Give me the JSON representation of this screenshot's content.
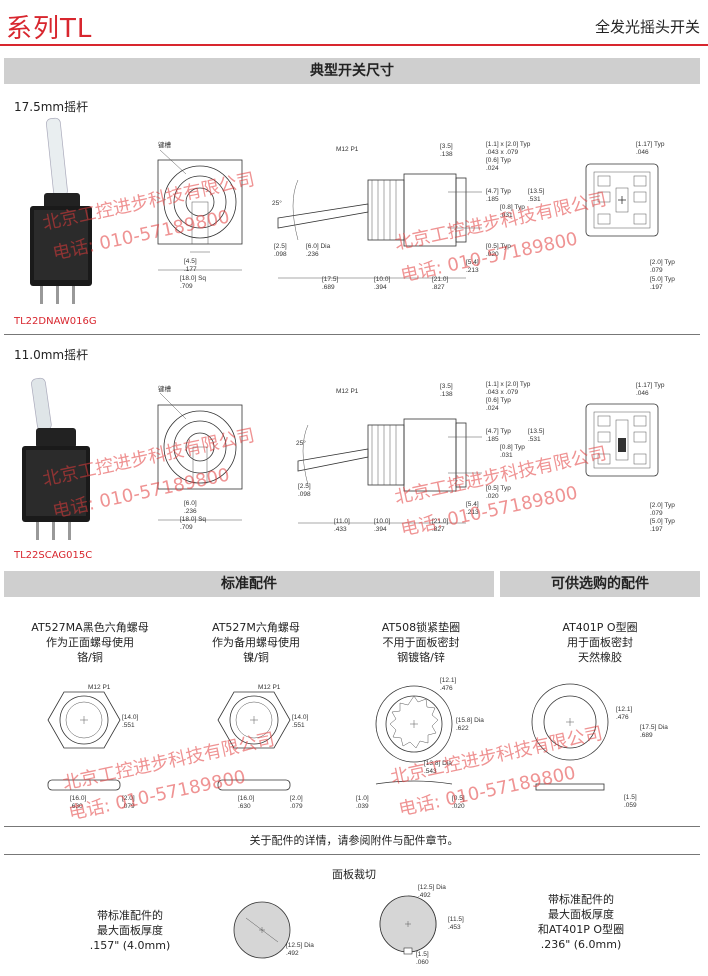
{
  "header": {
    "series": "系列TL",
    "title": "全发光摇头开关"
  },
  "section_dims": {
    "title": "典型开关尺寸"
  },
  "row1": {
    "label": "17.5mm摇杆",
    "code": "TL22DNAW016G",
    "front": {
      "ann_lamp": "键槽",
      "d1": "[4.5]",
      "d1b": ".177",
      "d2": "[18.0] Sq",
      "d2b": ".709"
    },
    "side": {
      "thread": "M12 P1",
      "angle": "25°",
      "a": "[2.5]",
      "ab": ".098",
      "b": "[6.0] Dia",
      "bb": ".236",
      "c": "[17.5]",
      "cb": ".689",
      "d": "[10.0]",
      "db": ".394",
      "e": "[21.0]",
      "eb": ".827",
      "t1": "[3.5]",
      "t1b": ".138",
      "t2": "[1.1] x [2.0] Typ",
      "t2b": ".043 x .079",
      "t3": "[0.6] Typ",
      "t3b": ".024",
      "t4": "[4.7] Typ",
      "t4b": ".185",
      "t5": "[0.8] Typ",
      "t5b": ".031",
      "t6": "[13.5]",
      "t6b": ".531",
      "t7": "[0.5] Typ",
      "t7b": ".020",
      "t8": "[5.4]",
      "t8b": ".213"
    },
    "rear": {
      "r1": "[1.17] Typ",
      "r1b": ".046",
      "r2": "[2.0] Typ",
      "r2b": ".079",
      "r3": "[5.0] Typ",
      "r3b": ".197"
    }
  },
  "row2": {
    "label": "11.0mm摇杆",
    "code": "TL22SCAG015C",
    "front": {
      "ann_lamp": "键槽",
      "d1": "[6.0]",
      "d1b": ".236",
      "d2": "[18.0] Sq",
      "d2b": ".709"
    },
    "side": {
      "thread": "M12 P1",
      "angle": "25°",
      "a": "[2.5]",
      "ab": ".098",
      "c": "[11.0]",
      "cb": ".433",
      "d": "[10.0]",
      "db": ".394",
      "e": "[21.0]",
      "eb": ".827",
      "t1": "[3.5]",
      "t1b": ".138",
      "t2": "[1.1] x [2.0] Typ",
      "t2b": ".043 x .079",
      "t3": "[0.6] Typ",
      "t3b": ".024",
      "t4": "[4.7] Typ",
      "t4b": ".185",
      "t5": "[0.8] Typ",
      "t5b": ".031",
      "t6": "[13.5]",
      "t6b": ".531",
      "t7": "[0.5] Typ",
      "t7b": ".020",
      "t8": "[5.4]",
      "t8b": ".213"
    },
    "rear": {
      "r1": "[1.17] Typ",
      "r1b": ".046",
      "r2": "[2.0] Typ",
      "r2b": ".079",
      "r3": "[5.0] Typ",
      "r3b": ".197"
    }
  },
  "section_acc": {
    "standard": "标准配件",
    "optional": "可供选购的配件"
  },
  "accessories": [
    {
      "l1": "AT527MA黑色六角螺母",
      "l2": "作为正面螺母使用",
      "l3": "铬/铜",
      "thread": "M12 P1",
      "h": "[14.0]",
      "hb": ".551",
      "w": "[16.0]",
      "wb": ".630",
      "t": "[2.0]",
      "tb": ".079"
    },
    {
      "l1": "AT527M六角螺母",
      "l2": "作为备用螺母使用",
      "l3": "镍/铜",
      "thread": "M12 P1",
      "h": "[14.0]",
      "hb": ".551",
      "w": "[16.0]",
      "wb": ".630",
      "t": "[2.0]",
      "tb": ".079"
    },
    {
      "l1": "AT508锁紧垫圈",
      "l2": "不用于面板密封",
      "l3": "钢镀铬/锌",
      "top": "[12.1]",
      "topb": ".476",
      "od": "[15.8] Dia",
      "odb": ".622",
      "id": "[13.8] Dia",
      "idb": ".543",
      "t": "[1.0]",
      "tb": ".039",
      "t2": "[0.5]",
      "t2b": ".020"
    },
    {
      "l1": "AT401P O型圈",
      "l2": "用于面板密封",
      "l3": "天然橡胶",
      "id": "[12.1]",
      "idb": ".476",
      "od": "[17.5] Dia",
      "odb": ".689",
      "t": "[1.5]",
      "tb": ".059"
    }
  ],
  "note": "关于配件的详情，请参阅附件与配件章节。",
  "panel": {
    "title": "面板裁切",
    "left_l1": "带标准配件的",
    "left_l2": "最大面板厚度",
    "left_l3": ".157\" (4.0mm)",
    "c1": "[12.5] Dia",
    "c1b": ".492",
    "c2": "[12.5] Dia",
    "c2b": ".492",
    "c3": "[11.5]",
    "c3b": ".453",
    "c4": "[1.5]",
    "c4b": ".060",
    "right_l1": "带标准配件的",
    "right_l2": "最大面板厚度",
    "right_l3": "和AT401P O型圈",
    "right_l4": ".236\" (6.0mm)"
  },
  "watermark": {
    "w1": "北京工控进步科技有限公司",
    "w2": "电话: 010-57189800"
  }
}
